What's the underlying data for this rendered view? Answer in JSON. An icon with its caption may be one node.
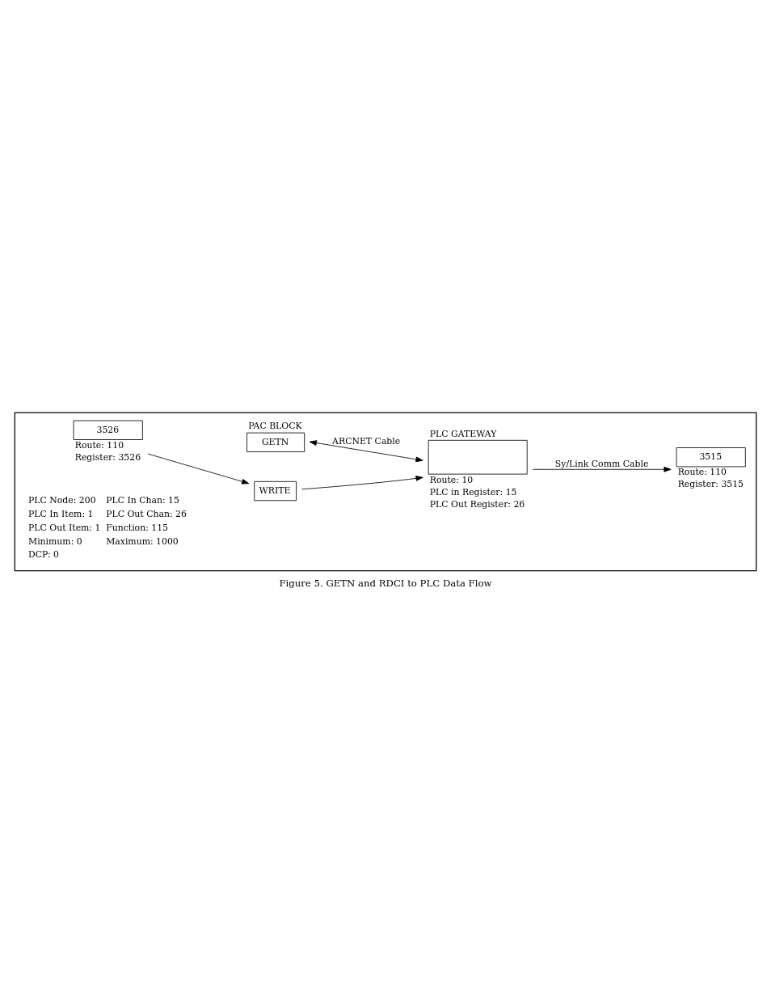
{
  "diagram": {
    "caption": "Figure 5. GETN and RDCI to PLC Data Flow",
    "nodes": [
      {
        "text": [],
        "shape": "box"
      },
      {
        "text": [
          "PAC BLOCK",
          "GETN"
        ],
        "in": 0
      },
      {
        "text": [
          "PLC GATEWAY"
        ],
        "in": 0,
        "beside": [
          "Route: 10",
          "PLC in Register: 15",
          "PLC Out Register: 26"
        ]
      },
      {
        "text": [
          "WRITE"
        ],
        "in": 0
      },
      {
        "text": [
          "3526"
        ],
        "in": 0,
        "beside": [
          "Route: 110",
          "Register: 3526"
        ]
      },
      {
        "text": [
          "3515"
        ],
        "in": 0,
        "beside": [
          "Route: 110",
          "Register: 3515"
        ]
      }
    ],
    "edges": [
      {
        "from": 1,
        "to": 2,
        "arrow": "both",
        "label": "ARCNET Cable"
      },
      {
        "from": 3,
        "to": 2,
        "arrow": "to"
      },
      {
        "from": 4,
        "to": 3,
        "arrow": "to"
      },
      {
        "from": 2,
        "to": 5,
        "arrow": "to",
        "label": "Sy/Link Comm Cable"
      }
    ],
    "labels": [
      "PLC Node: 200",
      "PLC In Chan: 15",
      "PLC In Item: 1",
      "PLC Out Chan: 26",
      "PLC Out Item: 1",
      "Function: 115",
      "Minimum: 0",
      "Maximum: 1000",
      "DCP: 0"
    ]
  }
}
